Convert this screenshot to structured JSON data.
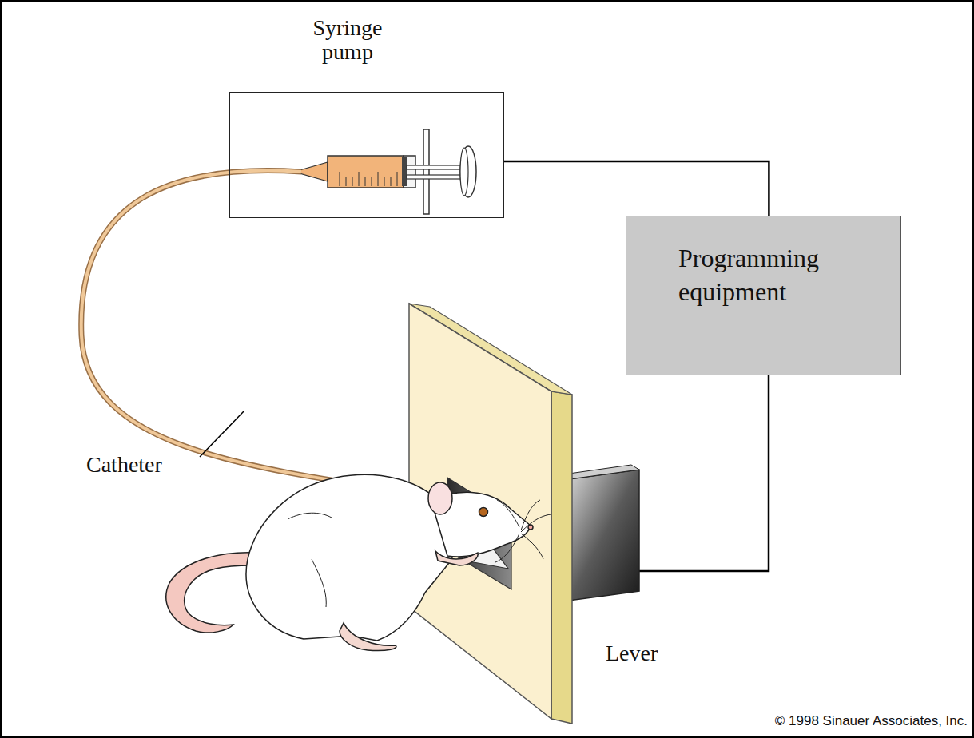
{
  "diagram": {
    "nodes": [
      {
        "text": [
          "Syringe pump"
        ]
      },
      {
        "text": [
          "Programming equipment"
        ]
      }
    ],
    "edges": [
      {
        "from": 0,
        "to": 1,
        "arrow": "none"
      }
    ],
    "labels": [
      "Catheter",
      "Lever",
      "© 1998 Sinauer Associates, Inc."
    ]
  }
}
